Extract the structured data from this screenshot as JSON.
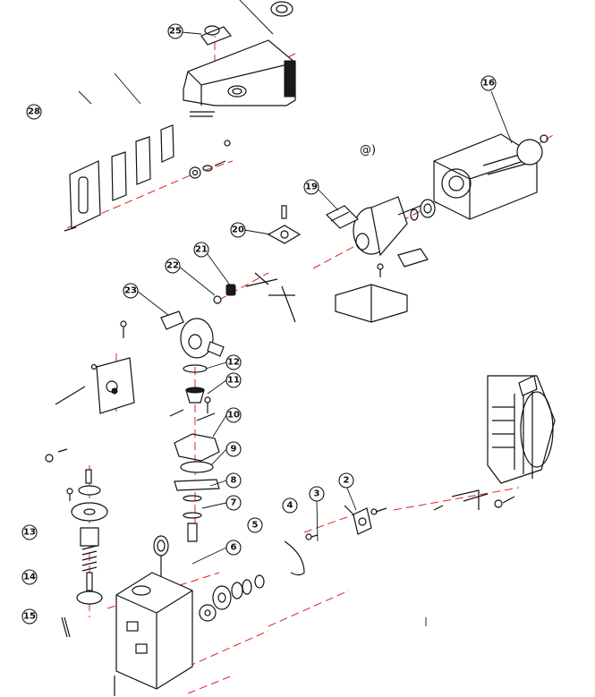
{
  "diagram": {
    "callouts": {
      "c2": "2",
      "c3": "3",
      "c4": "4",
      "c5": "5",
      "c6": "6",
      "c7": "7",
      "c8": "8",
      "c9": "9",
      "c10": "10",
      "c11": "11",
      "c12": "12",
      "c13": "13",
      "c14": "14",
      "c15": "15",
      "c16": "16",
      "c19": "19",
      "c20": "20",
      "c21": "21",
      "c22": "22",
      "c23": "23",
      "c25": "25",
      "c28": "28"
    },
    "extra_label": "@)"
  }
}
